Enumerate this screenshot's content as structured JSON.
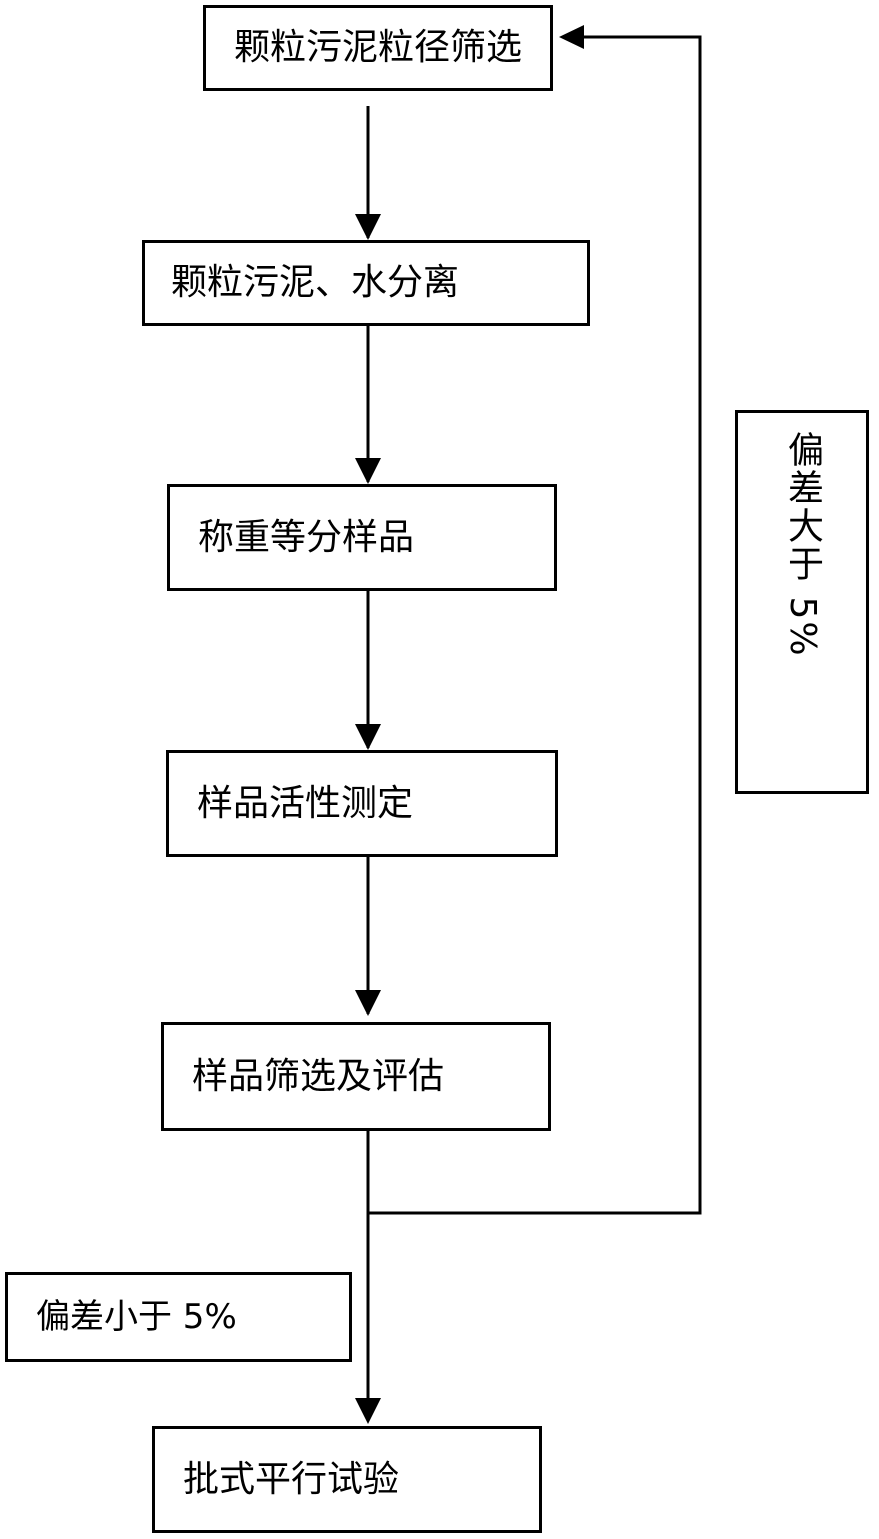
{
  "diagram": {
    "steps": [
      "颗粒污泥粒径筛选",
      "颗粒污泥、水分离",
      "称重等分样品",
      "样品活性测定",
      "样品筛选及评估",
      "批式平行试验"
    ],
    "feedback_label": "偏差大于 5%",
    "pass_label": "偏差小于 5%"
  }
}
